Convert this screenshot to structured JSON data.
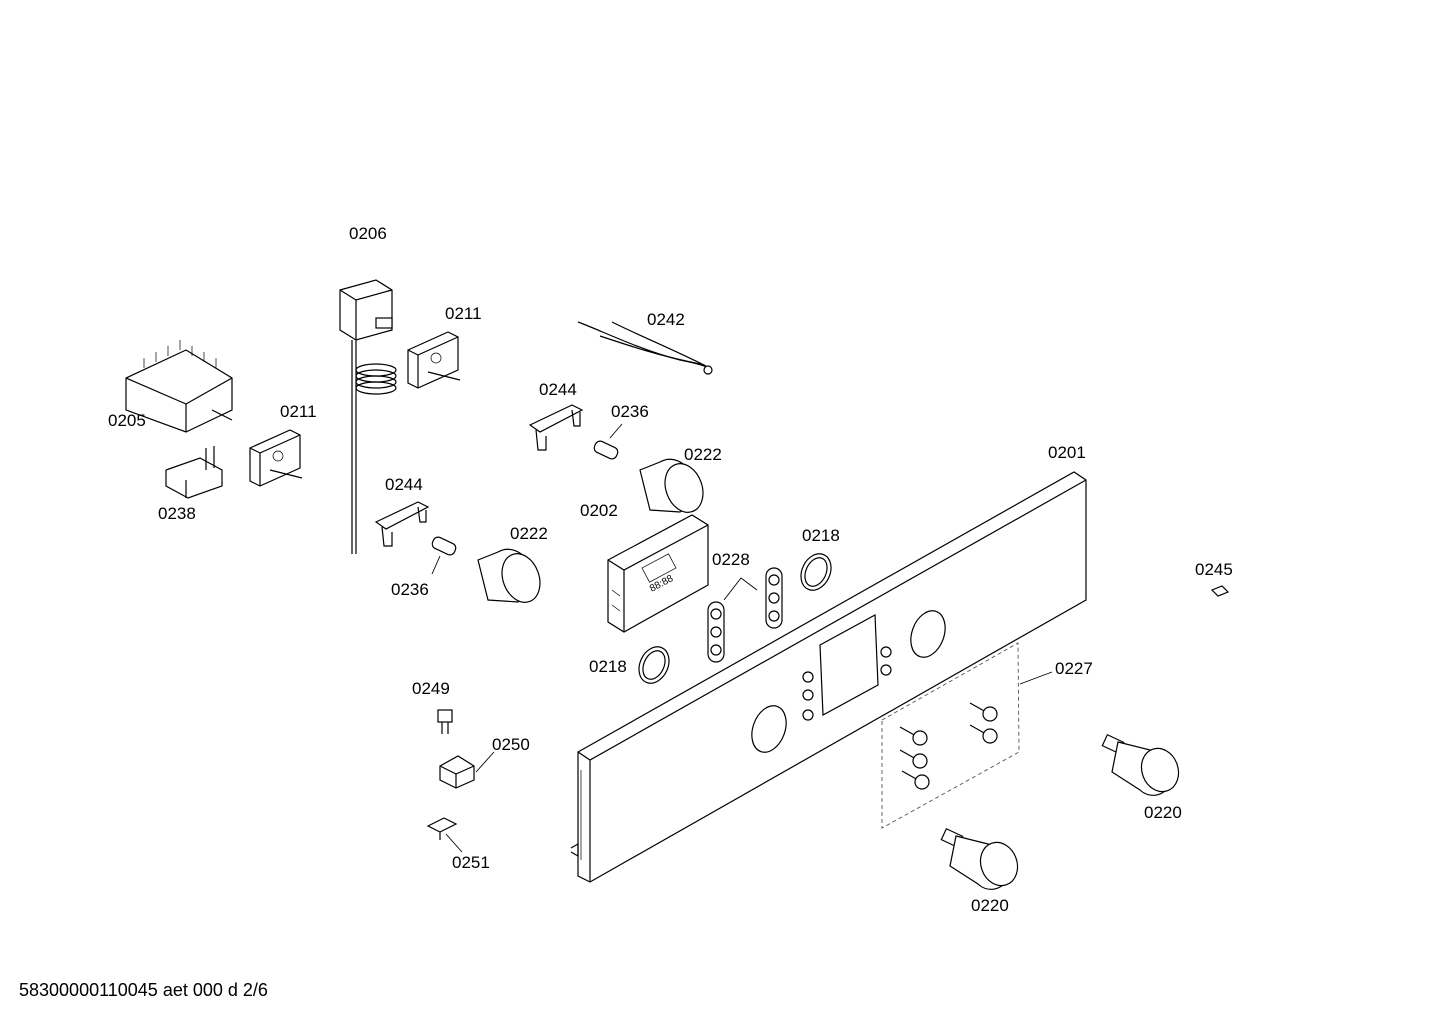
{
  "diagram": {
    "labels": {
      "0206": "0206",
      "0211a": "0211",
      "0211b": "0211",
      "0205": "0205",
      "0238": "0238",
      "0242": "0242",
      "0244a": "0244",
      "0244b": "0244",
      "0236a": "0236",
      "0236b": "0236",
      "0222a": "0222",
      "0222b": "0222",
      "0201": "0201",
      "0202": "0202",
      "0228": "0228",
      "0218a": "0218",
      "0218b": "0218",
      "0245": "0245",
      "0227": "0227",
      "0249": "0249",
      "0250": "0250",
      "0251": "0251",
      "0220a": "0220",
      "0220b": "0220"
    },
    "footer": "58300000110045 aet 000 d 2/6"
  }
}
